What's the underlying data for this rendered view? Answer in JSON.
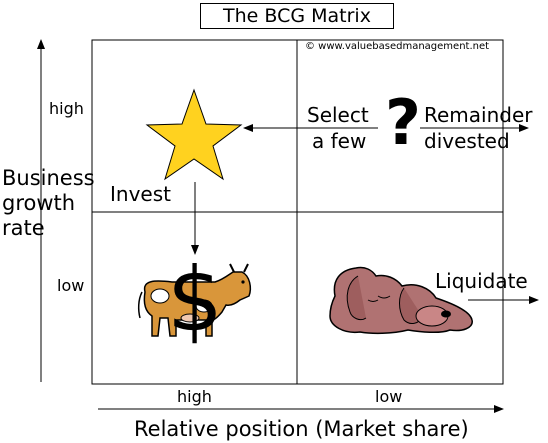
{
  "title": "The BCG Matrix",
  "credit": "© www.valuebasedmanagement.net",
  "y_axis": {
    "label_lines": [
      "Business",
      "growth",
      "rate"
    ],
    "high": "high",
    "low": "low"
  },
  "x_axis": {
    "label": "Relative position (Market share)",
    "high": "high",
    "low": "low"
  },
  "quadrants": {
    "star_action": "Invest",
    "question_symbol": "?",
    "question_left_lines": [
      "Select",
      "a few"
    ],
    "question_right_lines": [
      "Remainder",
      "divested"
    ],
    "dog_action": "Liquidate",
    "cash_symbol": "$"
  },
  "colors": {
    "star_fill": "#ffd21f",
    "cow_fill": "#d9963a",
    "dog_fill": "#b07272",
    "line": "#000000"
  }
}
